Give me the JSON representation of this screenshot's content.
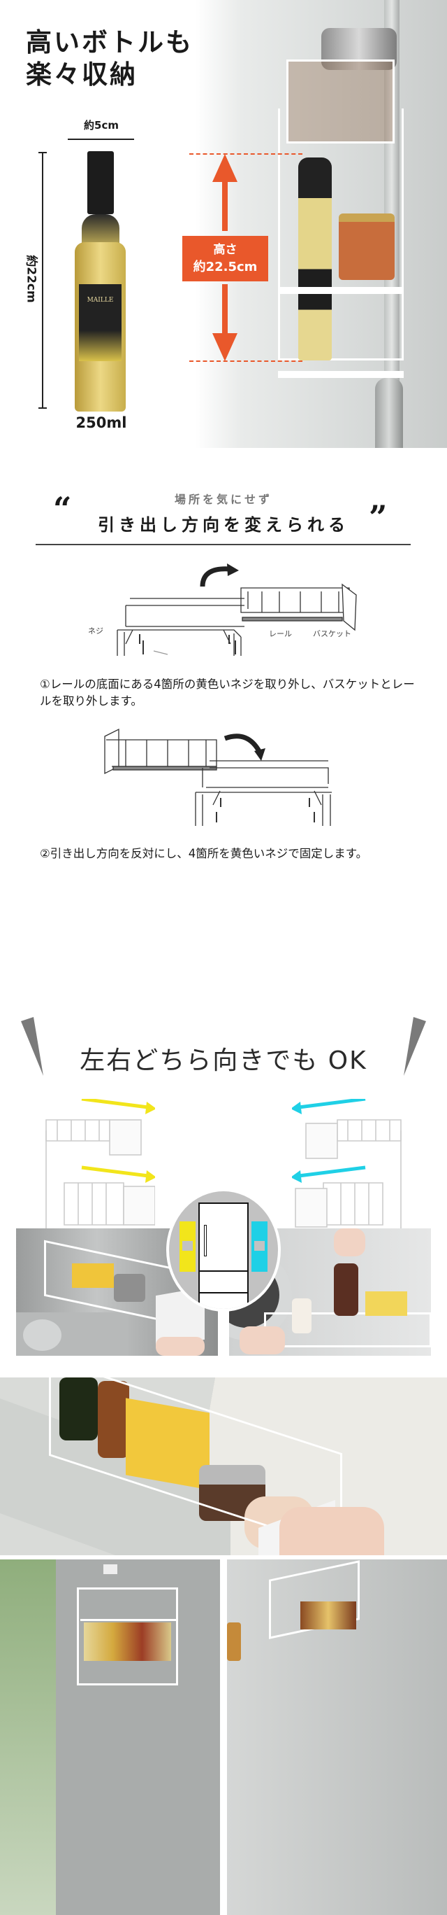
{
  "section_height": {
    "title_lines": [
      "高いボトルも",
      "楽々収納"
    ],
    "bottle_width_label": "約5cm",
    "bottle_height_label": "約22cm",
    "bottle_volume": "250ml",
    "bottle_brand": "MAILLE",
    "shelf_height_label": "高さ",
    "shelf_height_value": "約22.5cm",
    "accent_color": "#e9582b"
  },
  "section_direction": {
    "subtitle": "場所を気にせず",
    "headline": "引き出し方向を変えられる",
    "open_quote": "“",
    "close_quote": "”",
    "diagram_labels": {
      "screw": "ネジ",
      "rail": "レール",
      "basket": "バスケット"
    },
    "step1": "①レールの底面にある4箇所の黄色いネジを取り外し、バスケットとレールを取り外します。",
    "step2": "②引き出し方向を反対にし、4箇所を黄色いネジで固定します。"
  },
  "section_ok": {
    "title": "左右どちら向きでも OK",
    "left_arrow_color": "#f2e51b",
    "right_arrow_color": "#1fd0e6"
  }
}
